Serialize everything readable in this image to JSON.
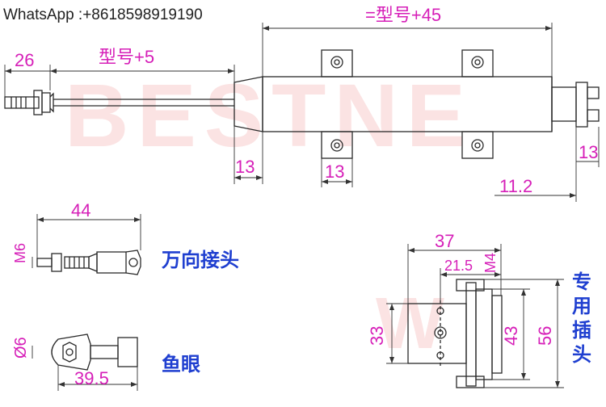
{
  "watermark": {
    "brand": "BESTNE",
    "small": "W"
  },
  "contact": "WhatsApp :+8618598919190",
  "top_view": {
    "dim_total": "=型号+45",
    "dim_stroke": "型号+5",
    "dim_rod_end": "26",
    "dim_body_left": "13",
    "dim_bracket": "13",
    "dim_right": "13",
    "dim_connector": "11.2"
  },
  "universal_joint": {
    "label": "万向接头",
    "length": "44",
    "thread": "M6"
  },
  "fish_eye": {
    "label": "鱼眼",
    "length": "39.5",
    "hole": "Ø6"
  },
  "mount": {
    "label": [
      "专",
      "用",
      "插",
      "头"
    ],
    "width": "37",
    "offset": "21.5",
    "screw": "M4",
    "h_inner": "33",
    "h_mid": "43",
    "h_outer": "56"
  }
}
